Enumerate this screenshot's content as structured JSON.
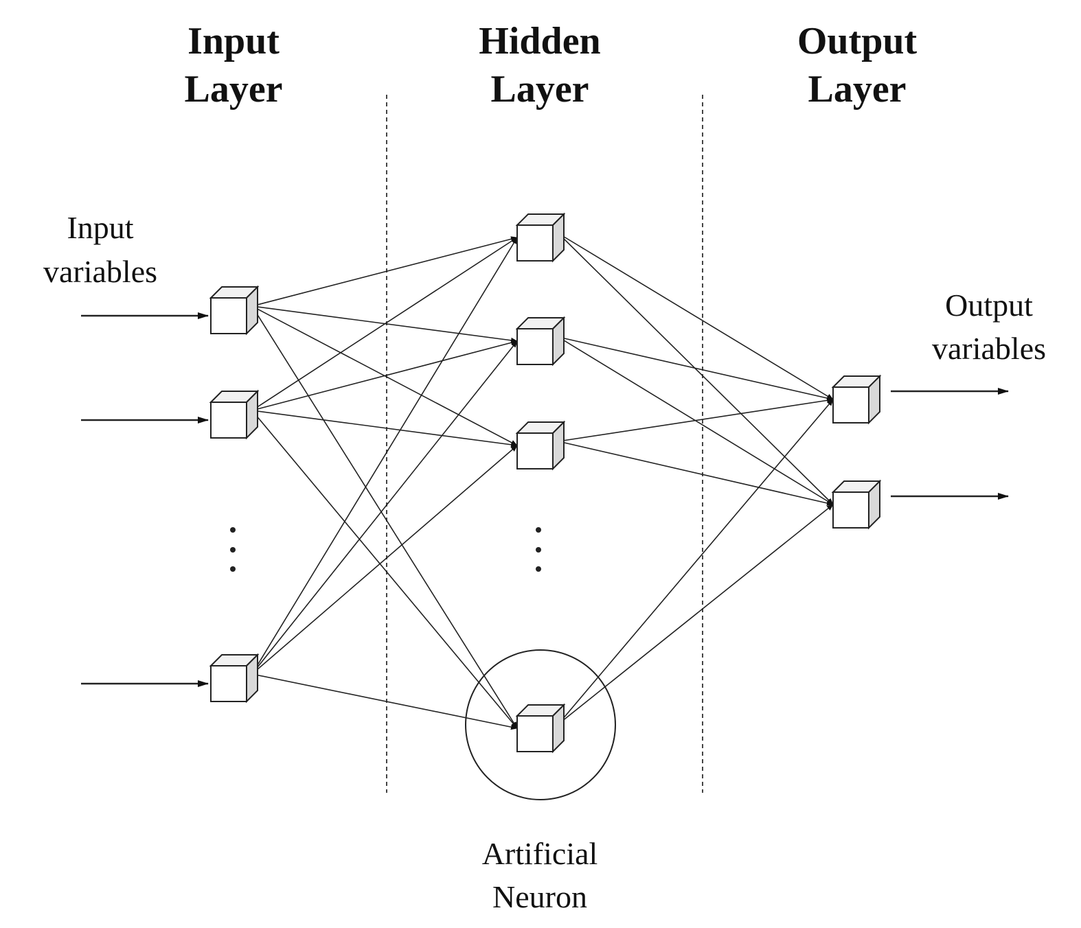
{
  "headers": {
    "input": [
      "Input",
      "Layer"
    ],
    "hidden": [
      "Hidden",
      "Layer"
    ],
    "output": [
      "Output",
      "Layer"
    ]
  },
  "labels": {
    "input_variables": [
      "Input",
      "variables"
    ],
    "output_variables": [
      "Output",
      "variables"
    ],
    "artificial_neuron": [
      "Artificial",
      "Neuron"
    ]
  },
  "network": {
    "input_nodes": 3,
    "hidden_nodes": 4,
    "output_nodes": 2,
    "input_ellipsis": true,
    "hidden_ellipsis": true,
    "fully_connected": true,
    "highlighted_hidden_node": 4
  }
}
